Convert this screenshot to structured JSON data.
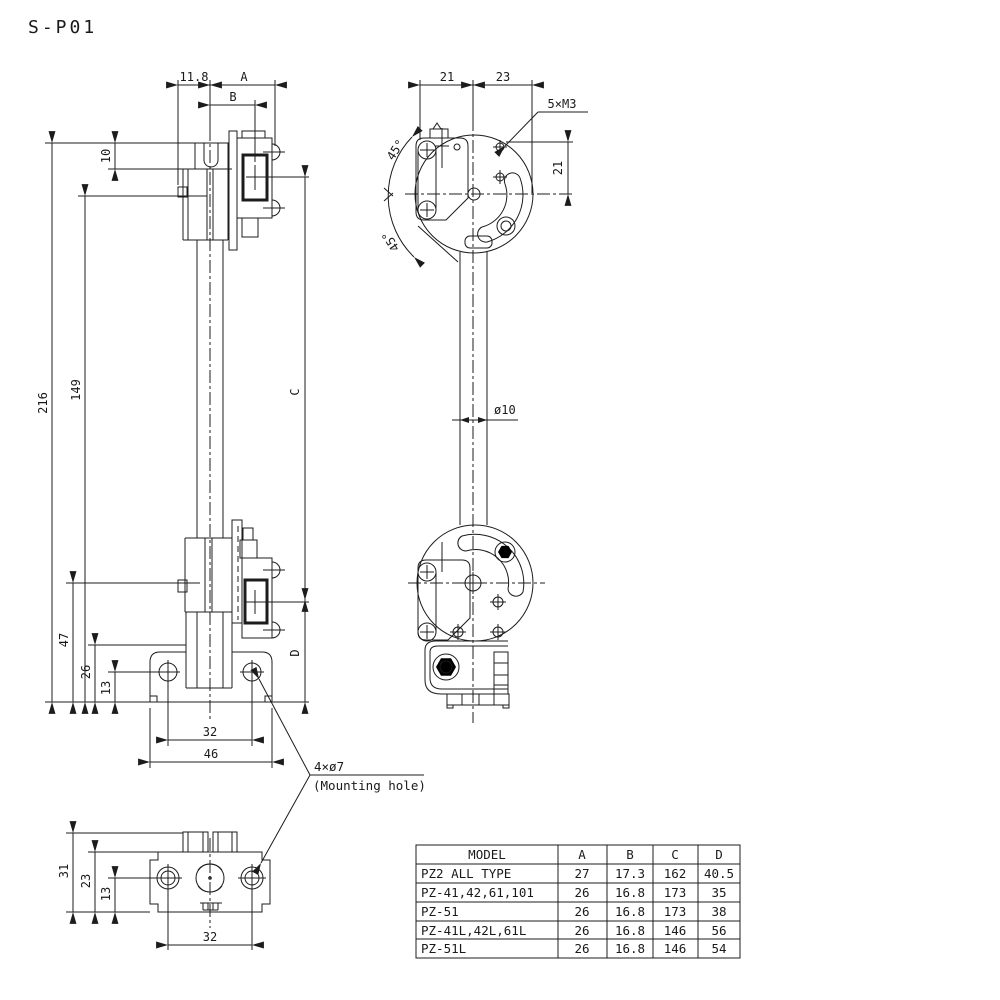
{
  "title": "S-P01",
  "front_view": {
    "dims": {
      "w118": "11.8",
      "A": "A",
      "B": "B",
      "h10": "10",
      "h216": "216",
      "h149": "149",
      "h47": "47",
      "h26": "26",
      "h13": "13",
      "w32": "32",
      "w46": "46",
      "C": "C",
      "D": "D"
    }
  },
  "side_view": {
    "dims": {
      "w21": "21",
      "w23": "23",
      "thread": "5×M3",
      "h21": "21",
      "dia": "ø10",
      "ang1": "45°",
      "ang2": "45°"
    }
  },
  "bottom_view": {
    "dims": {
      "h31": "31",
      "h23": "23",
      "h13": "13",
      "w32": "32"
    }
  },
  "note": {
    "line1": "4×ø7",
    "line2": "(Mounting hole)"
  },
  "table": {
    "headers": [
      "MODEL",
      "A",
      "B",
      "C",
      "D"
    ],
    "rows": [
      {
        "model": "PZ2 ALL TYPE",
        "a": "27",
        "b": "17.3",
        "c": "162",
        "d": "40.5"
      },
      {
        "model": "PZ-41,42,61,101",
        "a": "26",
        "b": "16.8",
        "c": "173",
        "d": "35"
      },
      {
        "model": "PZ-51",
        "a": "26",
        "b": "16.8",
        "c": "173",
        "d": "38"
      },
      {
        "model": "PZ-41L,42L,61L",
        "a": "26",
        "b": "16.8",
        "c": "146",
        "d": "56"
      },
      {
        "model": "PZ-51L",
        "a": "26",
        "b": "16.8",
        "c": "146",
        "d": "54"
      }
    ]
  },
  "colors": {
    "line": "#1c1c1c",
    "background": "#ffffff"
  }
}
